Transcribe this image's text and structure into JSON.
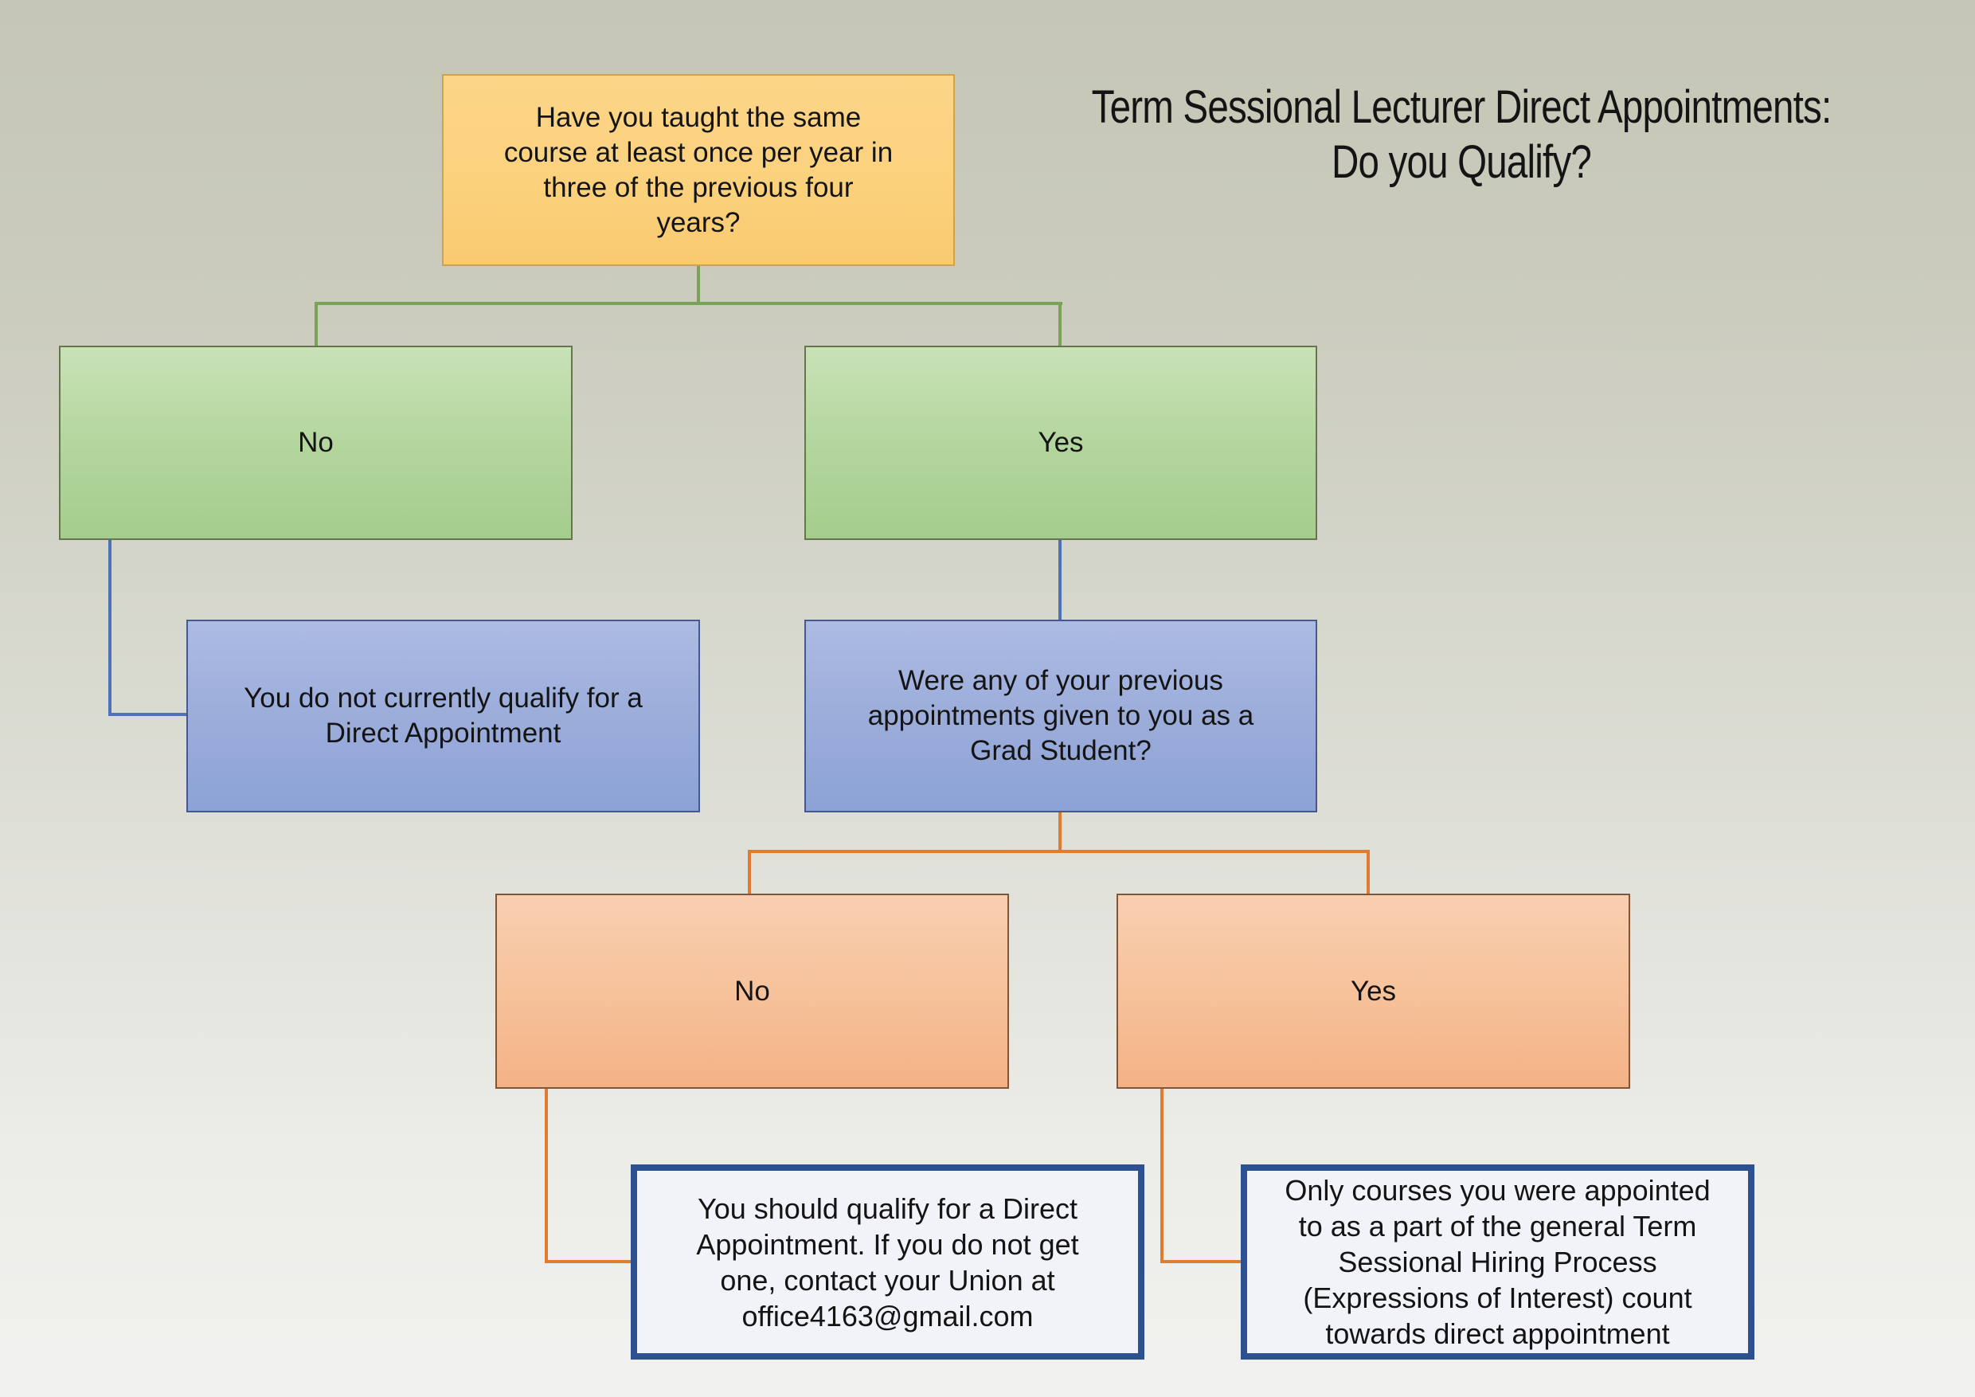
{
  "title": {
    "line1": "Term Sessional Lecturer Direct Appointments:",
    "line2": "Do you Qualify?"
  },
  "flowchart": {
    "root_question": {
      "text": "Have you taught the same\ncourse at least once per year in\nthree of the previous four\nyears?"
    },
    "branch_no": {
      "label": "No"
    },
    "branch_yes": {
      "label": "Yes"
    },
    "outcome_not_qualify": {
      "text": "You do not currently qualify for a\nDirect Appointment"
    },
    "grad_question": {
      "text": "Were any of your previous\nappointments given to you as a\nGrad Student?"
    },
    "grad_no": {
      "label": "No"
    },
    "grad_yes": {
      "label": "Yes"
    },
    "outcome_qualify": {
      "text": "You should qualify for a Direct\nAppointment. If you do not get\none, contact your Union at\noffice4163@gmail.com"
    },
    "outcome_eoi": {
      "text": "Only courses you were appointed\nto as a part of the general Term\nSessional Hiring Process\n(Expressions of Interest) count\ntowards direct appointment"
    }
  },
  "colors": {
    "background_top": "#c5c6b5",
    "background_bottom": "#f1f1ef",
    "question_box_fill": "#fbd17c",
    "question_box_border": "#d0a24a",
    "level1_yes_no_fill": "#b4d69e",
    "level1_yes_no_border": "#66744f",
    "info_box_fill": "#9cadda",
    "info_box_border": "#46598f",
    "level2_yes_no_fill": "#f6c29b",
    "level2_yes_no_border": "#7d563c",
    "outcome_box_fill": "#f2f3f8",
    "outcome_box_border": "#2c5090",
    "connector_green": "#79a457",
    "connector_blue": "#4e72ba",
    "connector_orange": "#e07c30",
    "text": "#141414"
  }
}
